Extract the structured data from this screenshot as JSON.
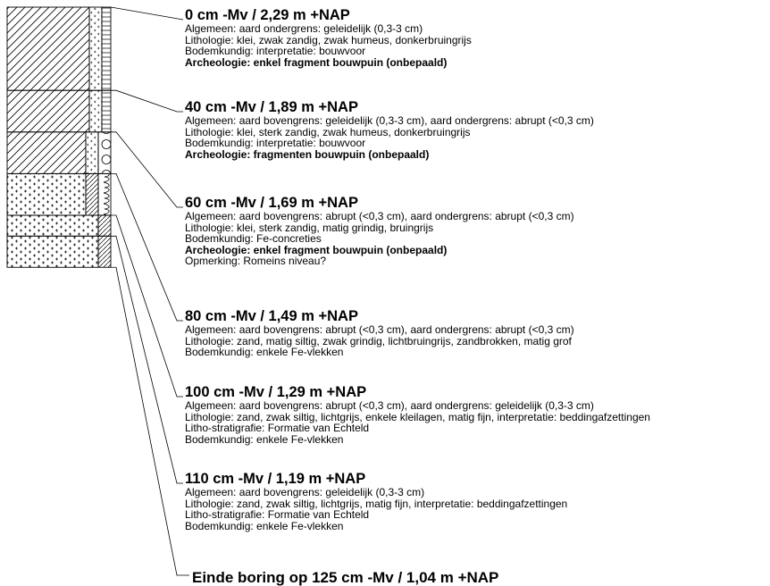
{
  "layers": [
    {
      "heading": "0 cm -Mv / 2,29 m +NAP",
      "lines": [
        {
          "text": "Algemeen: aard ondergrens: geleidelijk (0,3-3 cm)",
          "bold": false
        },
        {
          "text": "Lithologie: klei, zwak zandig, zwak humeus, donkerbruingrijs",
          "bold": false
        },
        {
          "text": "Bodemkundig: interpretatie: bouwvoor",
          "bold": false
        },
        {
          "text": "Archeologie: enkel fragment bouwpuin (onbepaald)",
          "bold": true
        }
      ]
    },
    {
      "heading": "40 cm -Mv / 1,89 m +NAP",
      "lines": [
        {
          "text": "Algemeen: aard bovengrens: geleidelijk (0,3-3 cm), aard ondergrens: abrupt (<0,3 cm)",
          "bold": false
        },
        {
          "text": "Lithologie: klei, sterk zandig, zwak humeus, donkerbruingrijs",
          "bold": false
        },
        {
          "text": "Bodemkundig: interpretatie: bouwvoor",
          "bold": false
        },
        {
          "text": "Archeologie: fragmenten bouwpuin (onbepaald)",
          "bold": true
        }
      ]
    },
    {
      "heading": "60 cm -Mv / 1,69 m +NAP",
      "lines": [
        {
          "text": "Algemeen: aard bovengrens: abrupt (<0,3 cm), aard ondergrens: abrupt (<0,3 cm)",
          "bold": false
        },
        {
          "text": "Lithologie: klei, sterk zandig, matig grindig, bruingrijs",
          "bold": false
        },
        {
          "text": "Bodemkundig: Fe-concreties",
          "bold": false
        },
        {
          "text": "Archeologie: enkel fragment bouwpuin (onbepaald)",
          "bold": true
        },
        {
          "text": "Opmerking: Romeins niveau?",
          "bold": false
        }
      ]
    },
    {
      "heading": "80 cm -Mv / 1,49 m +NAP",
      "lines": [
        {
          "text": "Algemeen: aard bovengrens: abrupt (<0,3 cm), aard ondergrens: abrupt (<0,3 cm)",
          "bold": false
        },
        {
          "text": "Lithologie: zand, matig siltig, zwak grindig, lichtbruingrijs, zandbrokken, matig grof",
          "bold": false
        },
        {
          "text": "Bodemkundig: enkele Fe-vlekken",
          "bold": false
        }
      ]
    },
    {
      "heading": "100 cm -Mv / 1,29 m +NAP",
      "lines": [
        {
          "text": "Algemeen: aard bovengrens: abrupt (<0,3 cm), aard ondergrens: geleidelijk (0,3-3 cm)",
          "bold": false
        },
        {
          "text": "Lithologie: zand, zwak siltig, lichtgrijs, enkele kleilagen, matig fijn, interpretatie: beddingafzettingen",
          "bold": false
        },
        {
          "text": "Litho-stratigrafie: Formatie van Echteld",
          "bold": false
        },
        {
          "text": "Bodemkundig: enkele Fe-vlekken",
          "bold": false
        }
      ]
    },
    {
      "heading": "110 cm -Mv / 1,19 m +NAP",
      "lines": [
        {
          "text": "Algemeen: aard bovengrens: geleidelijk (0,3-3 cm)",
          "bold": false
        },
        {
          "text": "Lithologie: zand, zwak siltig, lichtgrijs, matig fijn, interpretatie: beddingafzettingen",
          "bold": false
        },
        {
          "text": "Litho-stratigrafie: Formatie van Echteld",
          "bold": false
        },
        {
          "text": "Bodemkundig: enkele Fe-vlekken",
          "bold": false
        }
      ]
    }
  ],
  "end_text": "Einde boring op 125 cm -Mv / 1,04 m +NAP",
  "column": {
    "layer_depths_cm": [
      0,
      40,
      60,
      80,
      100,
      110,
      125
    ],
    "main_patterns": [
      "clay",
      "clay",
      "clay",
      "sand",
      "sand",
      "sand"
    ],
    "admix_patterns": [
      [
        "sand-dots",
        "humus-stripes"
      ],
      [
        "sand-dots",
        "humus-stripes"
      ],
      [
        "sand-dots",
        "gravel-circles"
      ],
      [
        "silt-diagonal",
        "gravel-loops"
      ],
      [
        "silt-diagonal"
      ],
      [
        "silt-diagonal"
      ]
    ],
    "line_color": "#000000"
  }
}
